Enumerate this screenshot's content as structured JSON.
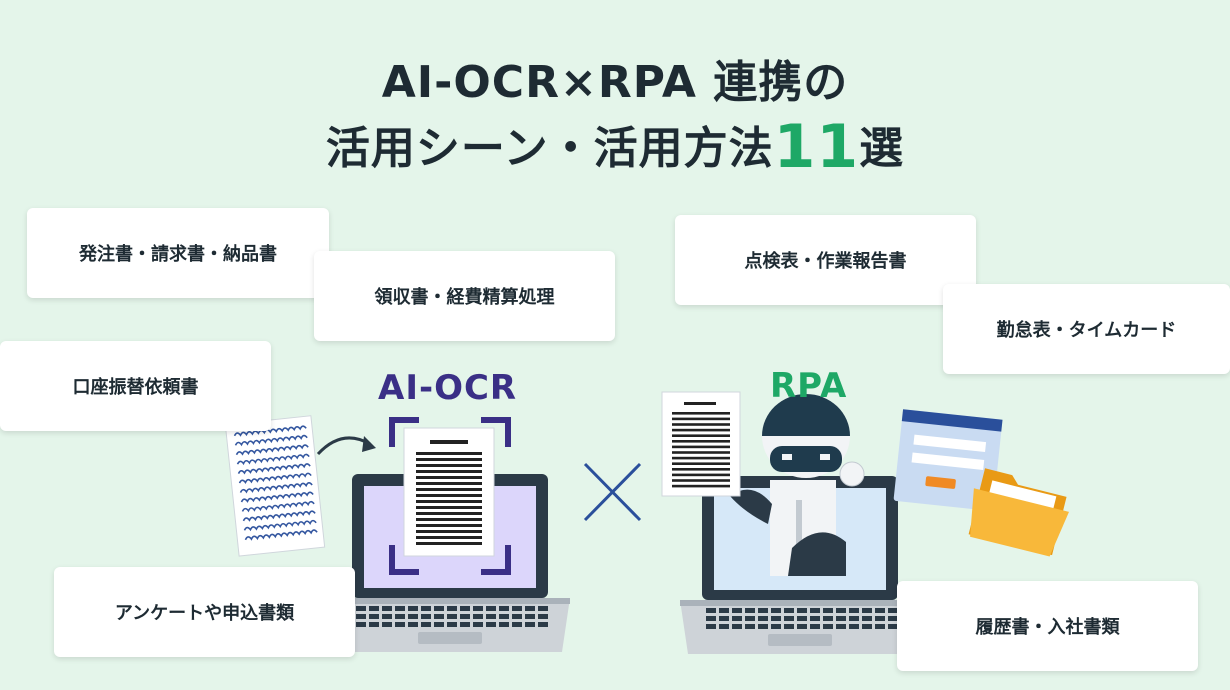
{
  "title": {
    "line1": "AI-OCR×RPA 連携の",
    "line2_pre": "活用シーン・活用方法",
    "line2_num": "11",
    "line2_post": "選"
  },
  "labels": {
    "ai_ocr": "AI-OCR",
    "rpa": "RPA"
  },
  "scenes": [
    "発注書・請求書・納品書",
    "領収書・経費精算処理",
    "口座振替依頼書",
    "アンケートや申込書類",
    "点検表・作業報告書",
    "勤怠表・タイムカード",
    "履歴書・入社書類"
  ],
  "colors": {
    "background": "#e4f5ea",
    "accent_green": "#1ea866",
    "ocr_purple": "#3a2f86",
    "text": "#1e2b33"
  }
}
